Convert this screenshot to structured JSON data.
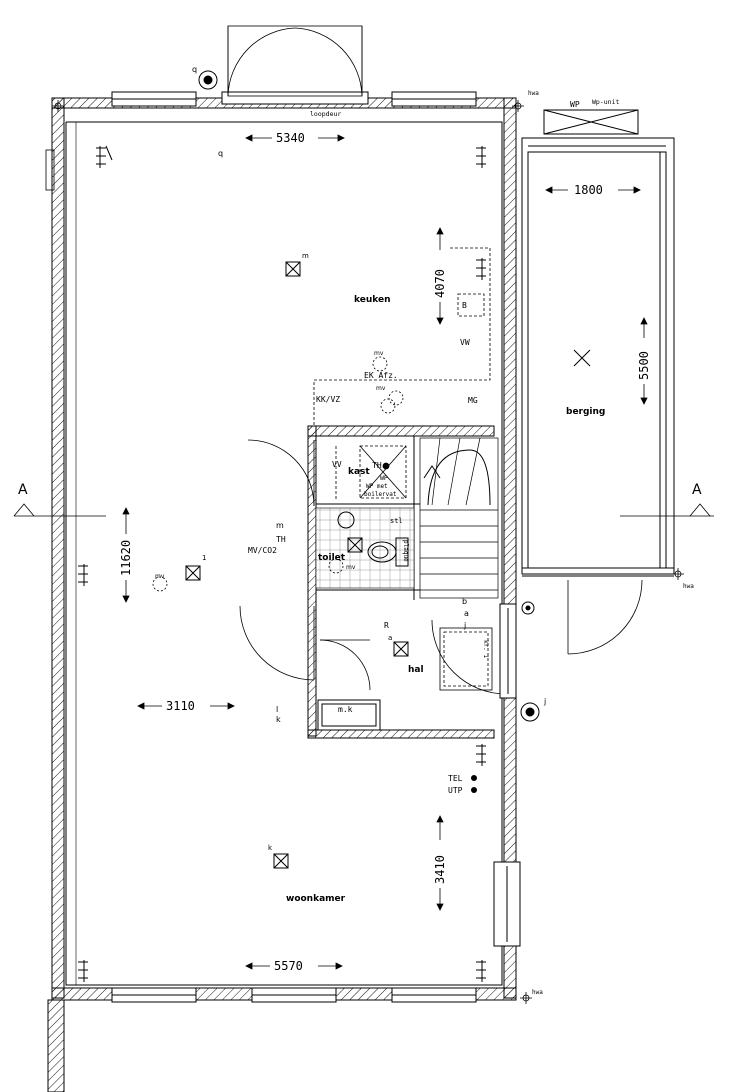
{
  "rooms": {
    "keuken": "keuken",
    "berging": "berging",
    "kast": "kast",
    "toilet": "toilet",
    "hal": "hal",
    "woonkamer": "woonkamer"
  },
  "dimensions": {
    "top_width": "5340",
    "kitchen_depth": "4070",
    "berging_width": "1800",
    "berging_depth": "5500",
    "total_depth": "11620",
    "living_width": "3110",
    "living_depth": "3410",
    "bottom_width": "5570"
  },
  "section_markers": {
    "left": "A",
    "right": "A"
  },
  "annotations": {
    "loopdeur": "loopdeur",
    "wp": "WP",
    "wp_unit": "Wp-unit",
    "hwa_top": "hwa",
    "hwa_mid": "hwa",
    "hwa_bottom": "hwa",
    "q_top": "q",
    "q_bottom": "q",
    "m_kitchen": "m",
    "b_box": "B",
    "vw": "VW",
    "mv_top": "mv",
    "ek_afz": "EK Afz.",
    "kk_vz": "KK/VZ",
    "mg": "MG",
    "vv": "VV",
    "th_kast": "TH",
    "wp_met": "WP met",
    "boilervat": "boilervat",
    "wp_small": "WP",
    "mv_kast": "mv",
    "m_left": "m",
    "th_left": "TH",
    "mv_co2": "MV/CO2",
    "fixture_1": "1",
    "mv_living": "mv",
    "stl": "stl",
    "mv_toilet": "mv",
    "plaque": "plaque",
    "b_right": "b",
    "a_right": "a",
    "j_right": "j",
    "r_label": "R",
    "a_hal": "a",
    "kr1": "kr. 1",
    "j_door": "j",
    "l_label": "l",
    "k_label": "k",
    "mk": "m.k",
    "tel": "TEL",
    "utp": "UTP",
    "k_living": "k"
  }
}
